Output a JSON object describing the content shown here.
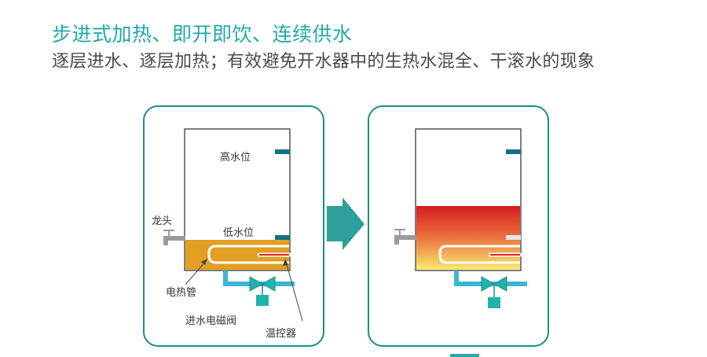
{
  "header": {
    "title": "步进式加热、即开即饮、连续供水",
    "subtitle": "逐层进水、逐层加热；有效避免开水器中的生热水混全、干滚水的现象"
  },
  "diagram_left": {
    "labels": {
      "high_water_level": "高水位",
      "low_water_level": "低水位",
      "faucet": "龙头",
      "heating_tube": "电热管",
      "inlet_solenoid_valve": "进水电磁阀",
      "thermostat": "温控器"
    },
    "water_color": "#e29f22"
  },
  "diagram_right": {
    "gradient_top_color": "#d41d1f",
    "gradient_bottom_color": "#fbe870"
  },
  "colors": {
    "accent": "#1fa9ae",
    "frame": "#1a8f88",
    "arrow": "#2e9f9a",
    "pipe": "#3cb6d3",
    "valve": "#22b2ae",
    "level_marker": "#146f86"
  }
}
